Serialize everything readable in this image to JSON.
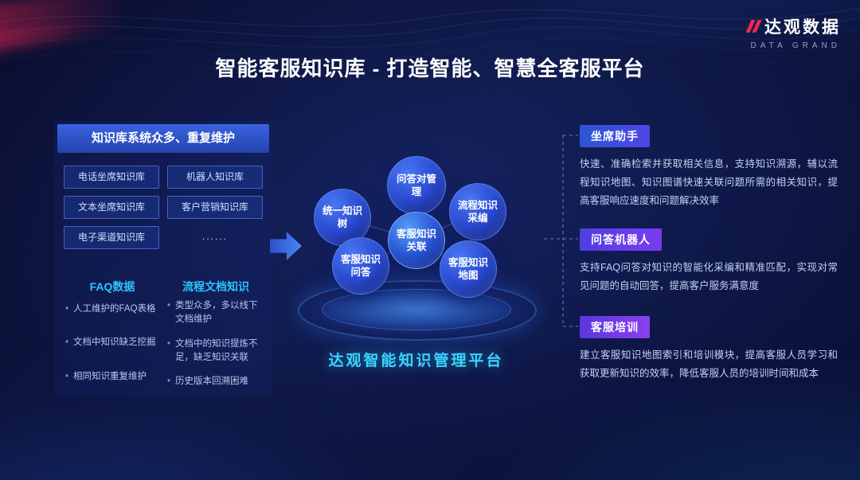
{
  "brand": {
    "logo_cn": "达观数据",
    "logo_en": "DATA GRAND"
  },
  "title": "智能客服知识库 - 打造智能、智慧全客服平台",
  "colors": {
    "background": "#0a0e30",
    "accent_cyan": "#3ad6ff",
    "accent_blue": "#2d55d4",
    "accent_purple": "#7a3cf0",
    "brand_red": "#e82a4c"
  },
  "icons": {
    "bullet_glyph": "•"
  },
  "left_panel": {
    "header": "知识库系统众多、重复维护",
    "kb_boxes": [
      "电话坐席知识库",
      "机器人知识库",
      "文本坐席知识库",
      "客户营销知识库",
      "电子渠道知识库"
    ],
    "kb_ellipsis": "......",
    "faq_section": {
      "title": "FAQ数据",
      "items": [
        "人工维护的FAQ表格",
        "文档中知识缺乏挖掘",
        "相同知识重复维护"
      ]
    },
    "process_section": {
      "title": "流程文档知识",
      "items": [
        "类型众多，多以线下文档维护",
        "文档中的知识提炼不足，缺乏知识关联",
        "历史版本回溯困难"
      ]
    }
  },
  "center": {
    "bubbles": [
      "问答对管理",
      "统一知识树",
      "流程知识采编",
      "客服知识关联",
      "客服知识问答",
      "客服知识地图"
    ],
    "platform_label": "达观智能知识管理平台"
  },
  "right_panel": {
    "sections": [
      {
        "label": "坐席助手",
        "text": "快速、准确检索并获取相关信息，支持知识溯源，辅以流程知识地图、知识图谱快速关联问题所需的相关知识，提高客服响应速度和问题解决效率"
      },
      {
        "label": "问答机器人",
        "text": "支持FAQ问答对知识的智能化采编和精准匹配，实现对常见问题的自动回答，提高客户服务满意度"
      },
      {
        "label": "客服培训",
        "text": "建立客服知识地图索引和培训模块，提高客服人员学习和获取更新知识的效率，降低客服人员的培训时间和成本"
      }
    ]
  }
}
